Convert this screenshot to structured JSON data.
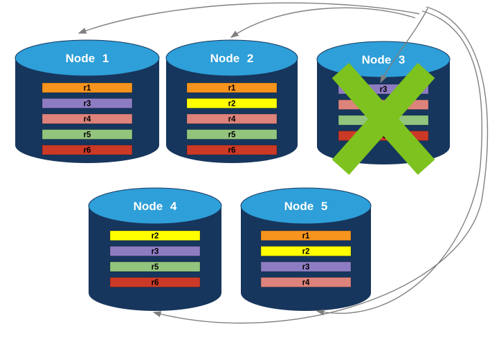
{
  "diagram": {
    "type": "database-shard-replication-diagram",
    "colors": {
      "cylinder_body": "#17365D",
      "cylinder_top": "#2E9FD8",
      "title_text": "#FFFFFF",
      "shard_text": "#000000",
      "arrow": "#7F7F7F",
      "fail_x": "#7DC21E"
    },
    "nodes": [
      {
        "id": "node-1",
        "title": "Node 1",
        "failed": false,
        "shards": [
          {
            "label": "r1",
            "color": "#F7941E"
          },
          {
            "label": "r3",
            "color": "#8E7CC3"
          },
          {
            "label": "r4",
            "color": "#DD837B"
          },
          {
            "label": "r5",
            "color": "#93C47D"
          },
          {
            "label": "r6",
            "color": "#CB3927"
          }
        ]
      },
      {
        "id": "node-2",
        "title": "Node 2",
        "failed": false,
        "shards": [
          {
            "label": "r1",
            "color": "#F7941E"
          },
          {
            "label": "r2",
            "color": "#FFFF00"
          },
          {
            "label": "r4",
            "color": "#DD837B"
          },
          {
            "label": "r5",
            "color": "#93C47D"
          },
          {
            "label": "r6",
            "color": "#CB3927"
          }
        ]
      },
      {
        "id": "node-3",
        "title": "Node 3",
        "failed": true,
        "shards": [
          {
            "label": "r3",
            "color": "#8E7CC3"
          },
          {
            "label": "r4",
            "color": "#DD837B"
          },
          {
            "label": "r5",
            "color": "#93C47D"
          },
          {
            "label": "r6",
            "color": "#CB3927"
          }
        ]
      },
      {
        "id": "node-4",
        "title": "Node 4",
        "failed": false,
        "shards": [
          {
            "label": "r2",
            "color": "#FFFF00"
          },
          {
            "label": "r3",
            "color": "#8E7CC3"
          },
          {
            "label": "r5",
            "color": "#93C47D"
          },
          {
            "label": "r6",
            "color": "#CB3927"
          }
        ]
      },
      {
        "id": "node-5",
        "title": "Node 5",
        "failed": false,
        "shards": [
          {
            "label": "r1",
            "color": "#F7941E"
          },
          {
            "label": "r2",
            "color": "#FFFF00"
          },
          {
            "label": "r3",
            "color": "#8E7CC3"
          },
          {
            "label": "r4",
            "color": "#DD837B"
          }
        ]
      }
    ],
    "arrows": [
      {
        "name": "arrow-node3-to-node1"
      },
      {
        "name": "arrow-node3-to-node2"
      },
      {
        "name": "arrow-into-node3-r3"
      },
      {
        "name": "arrow-node3-to-node5"
      },
      {
        "name": "arrow-node3-to-node4"
      }
    ]
  }
}
